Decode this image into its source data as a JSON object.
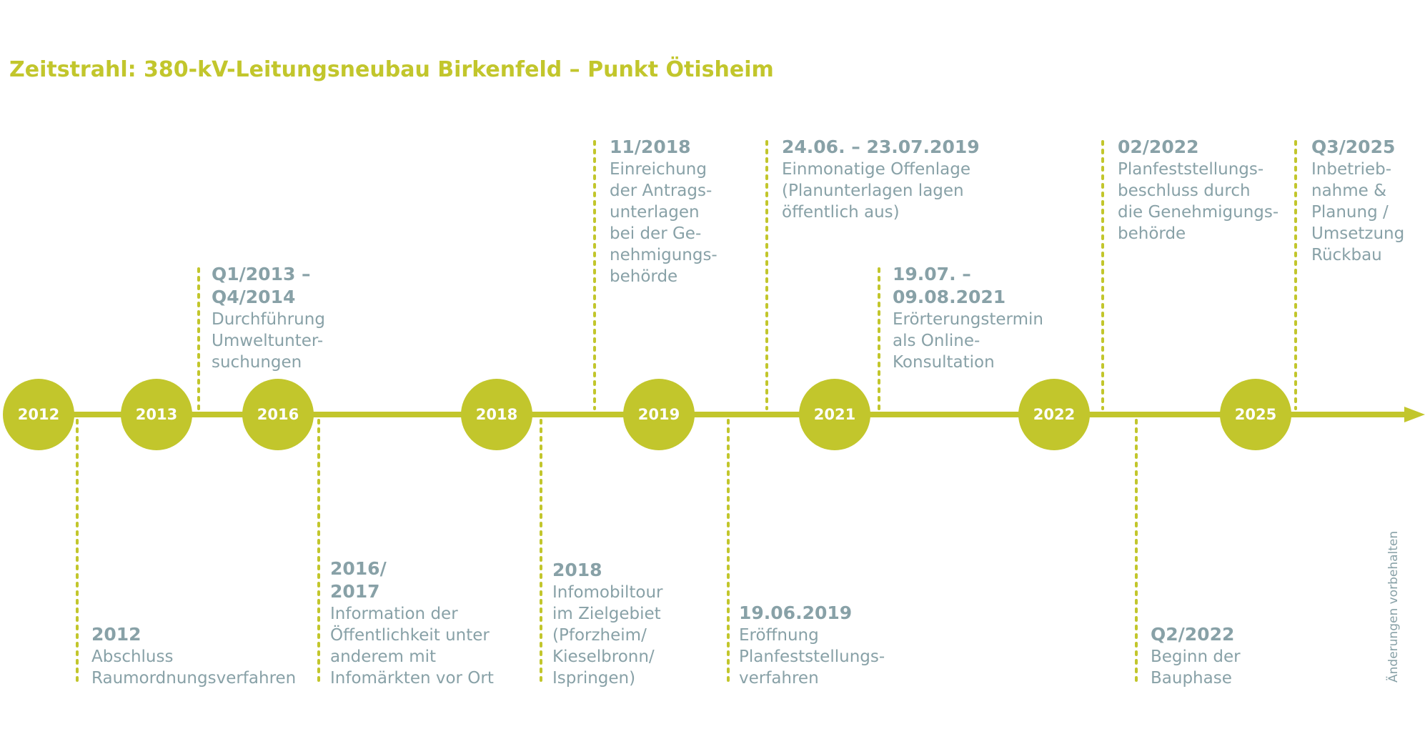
{
  "title": "Zeitstrahl: 380-kV-Leitungsneubau Birkenfeld – Punkt Ötisheim",
  "disclaimer": "Änderungen vorbehalten",
  "colors": {
    "accent": "#c2c62c",
    "text": "#88a1a7",
    "circle_text": "#ffffff"
  },
  "years": [
    "2012",
    "2013",
    "2016",
    "2018",
    "2019",
    "2021",
    "2022",
    "2025"
  ],
  "events": [
    {
      "date": "Q1/2013 –\nQ4/2014",
      "desc": "Durchführung\nUmweltunter-\nsuchungen"
    },
    {
      "date": "11/2018",
      "desc": "Einreichung\nder Antrags-\nunterlagen\nbei der Ge-\nnehmigungs-\nbehörde"
    },
    {
      "date": "24.06. – 23.07.2019",
      "desc": "Einmonatige Offenlage\n(Planunterlagen lagen\nöffentlich aus)"
    },
    {
      "date": "19.07. –\n09.08.2021",
      "desc": "Erörterungstermin\nals Online-\nKonsultation"
    },
    {
      "date": "02/2022",
      "desc": "Planfeststellungs-\nbeschluss durch\ndie Genehmigungs-\nbehörde"
    },
    {
      "date": "Q3/2025",
      "desc": "Inbetrieb-\nnahme &\nPlanung /\nUmsetzung\nRückbau"
    },
    {
      "date": "2012",
      "desc": "Abschluss\nRaumordnungsverfahren"
    },
    {
      "date": "2016/\n2017",
      "desc": "Information der\nÖffentlichkeit unter\nanderem mit\nInfomärkten vor Ort"
    },
    {
      "date": "2018",
      "desc": "Infomobiltour\nim Zielgebiet\n(Pforzheim/\nKieselbronn/\nIspringen)"
    },
    {
      "date": "19.06.2019",
      "desc": "Eröffnung\nPlanfeststellungs-\nverfahren"
    },
    {
      "date": "Q2/2022",
      "desc": "Beginn der\nBauphase"
    }
  ]
}
